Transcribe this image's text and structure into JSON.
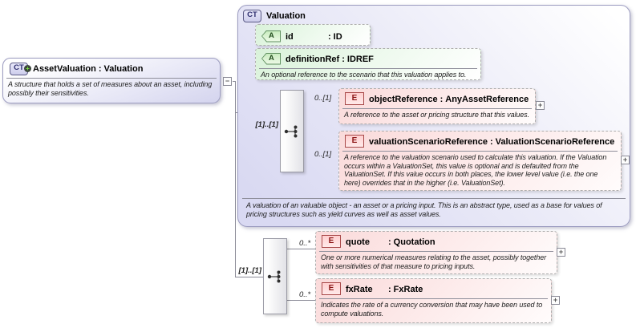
{
  "labels": {
    "colon": ":",
    "expand_glyph": "+",
    "collapse_glyph": "−"
  },
  "asset_valuation": {
    "icon": "CT",
    "icon_badge": "+",
    "name": "AssetValuation",
    "type": "Valuation",
    "description": "A structure that holds a set of measures about an asset, including possibly their sensitivities."
  },
  "valuation": {
    "icon": "CT",
    "title": "Valuation",
    "description": "A valuation of an valuable object - an asset or a pricing input. This is an abstract type, used as a base for values of pricing structures such as yield curves as well as asset values.",
    "attributes": [
      {
        "icon": "A",
        "name": "id",
        "type": "ID"
      },
      {
        "icon": "A",
        "name": "definitionRef",
        "type": "IDREF",
        "description": "An optional reference to the scenario that this valuation applies to."
      }
    ],
    "sequence": {
      "cardinality": "[1]..[1]",
      "elements": [
        {
          "icon": "E",
          "name": "objectReference",
          "type": "AnyAssetReference",
          "occurs": "0..[1]",
          "description": "A reference to the asset or pricing structure that this values."
        },
        {
          "icon": "E",
          "name": "valuationScenarioReference",
          "type": "ValuationScenarioReference",
          "occurs": "0..[1]",
          "description": "A reference to the valuation scenario used to calculate this valuation. If the Valuation occurs within a ValuationSet, this value is optional and is defaulted from the ValuationSet. If this value occurs in both places, the lower level value (i.e. the one here) overrides that in the higher (i.e. ValuationSet)."
        }
      ]
    }
  },
  "content_sequence": {
    "cardinality": "[1]..[1]",
    "elements": [
      {
        "icon": "E",
        "name": "quote",
        "type": "Quotation",
        "occurs": "0..*",
        "description": "One or more numerical measures relating to the asset, possibly together with sensitivities of that measure to pricing inputs."
      },
      {
        "icon": "E",
        "name": "fxRate",
        "type": "FxRate",
        "occurs": "0..*",
        "description": "Indicates the rate of a currency conversion that may have been used to compute valuations."
      }
    ]
  },
  "colors": {
    "type_fill": "#d9d9f2",
    "type_border": "#9c9cc0",
    "attr_fill": "#d9f2d9",
    "elem_fill": "#fadada",
    "line": "#8a8a96",
    "desc_text": "#1c1c1c"
  }
}
